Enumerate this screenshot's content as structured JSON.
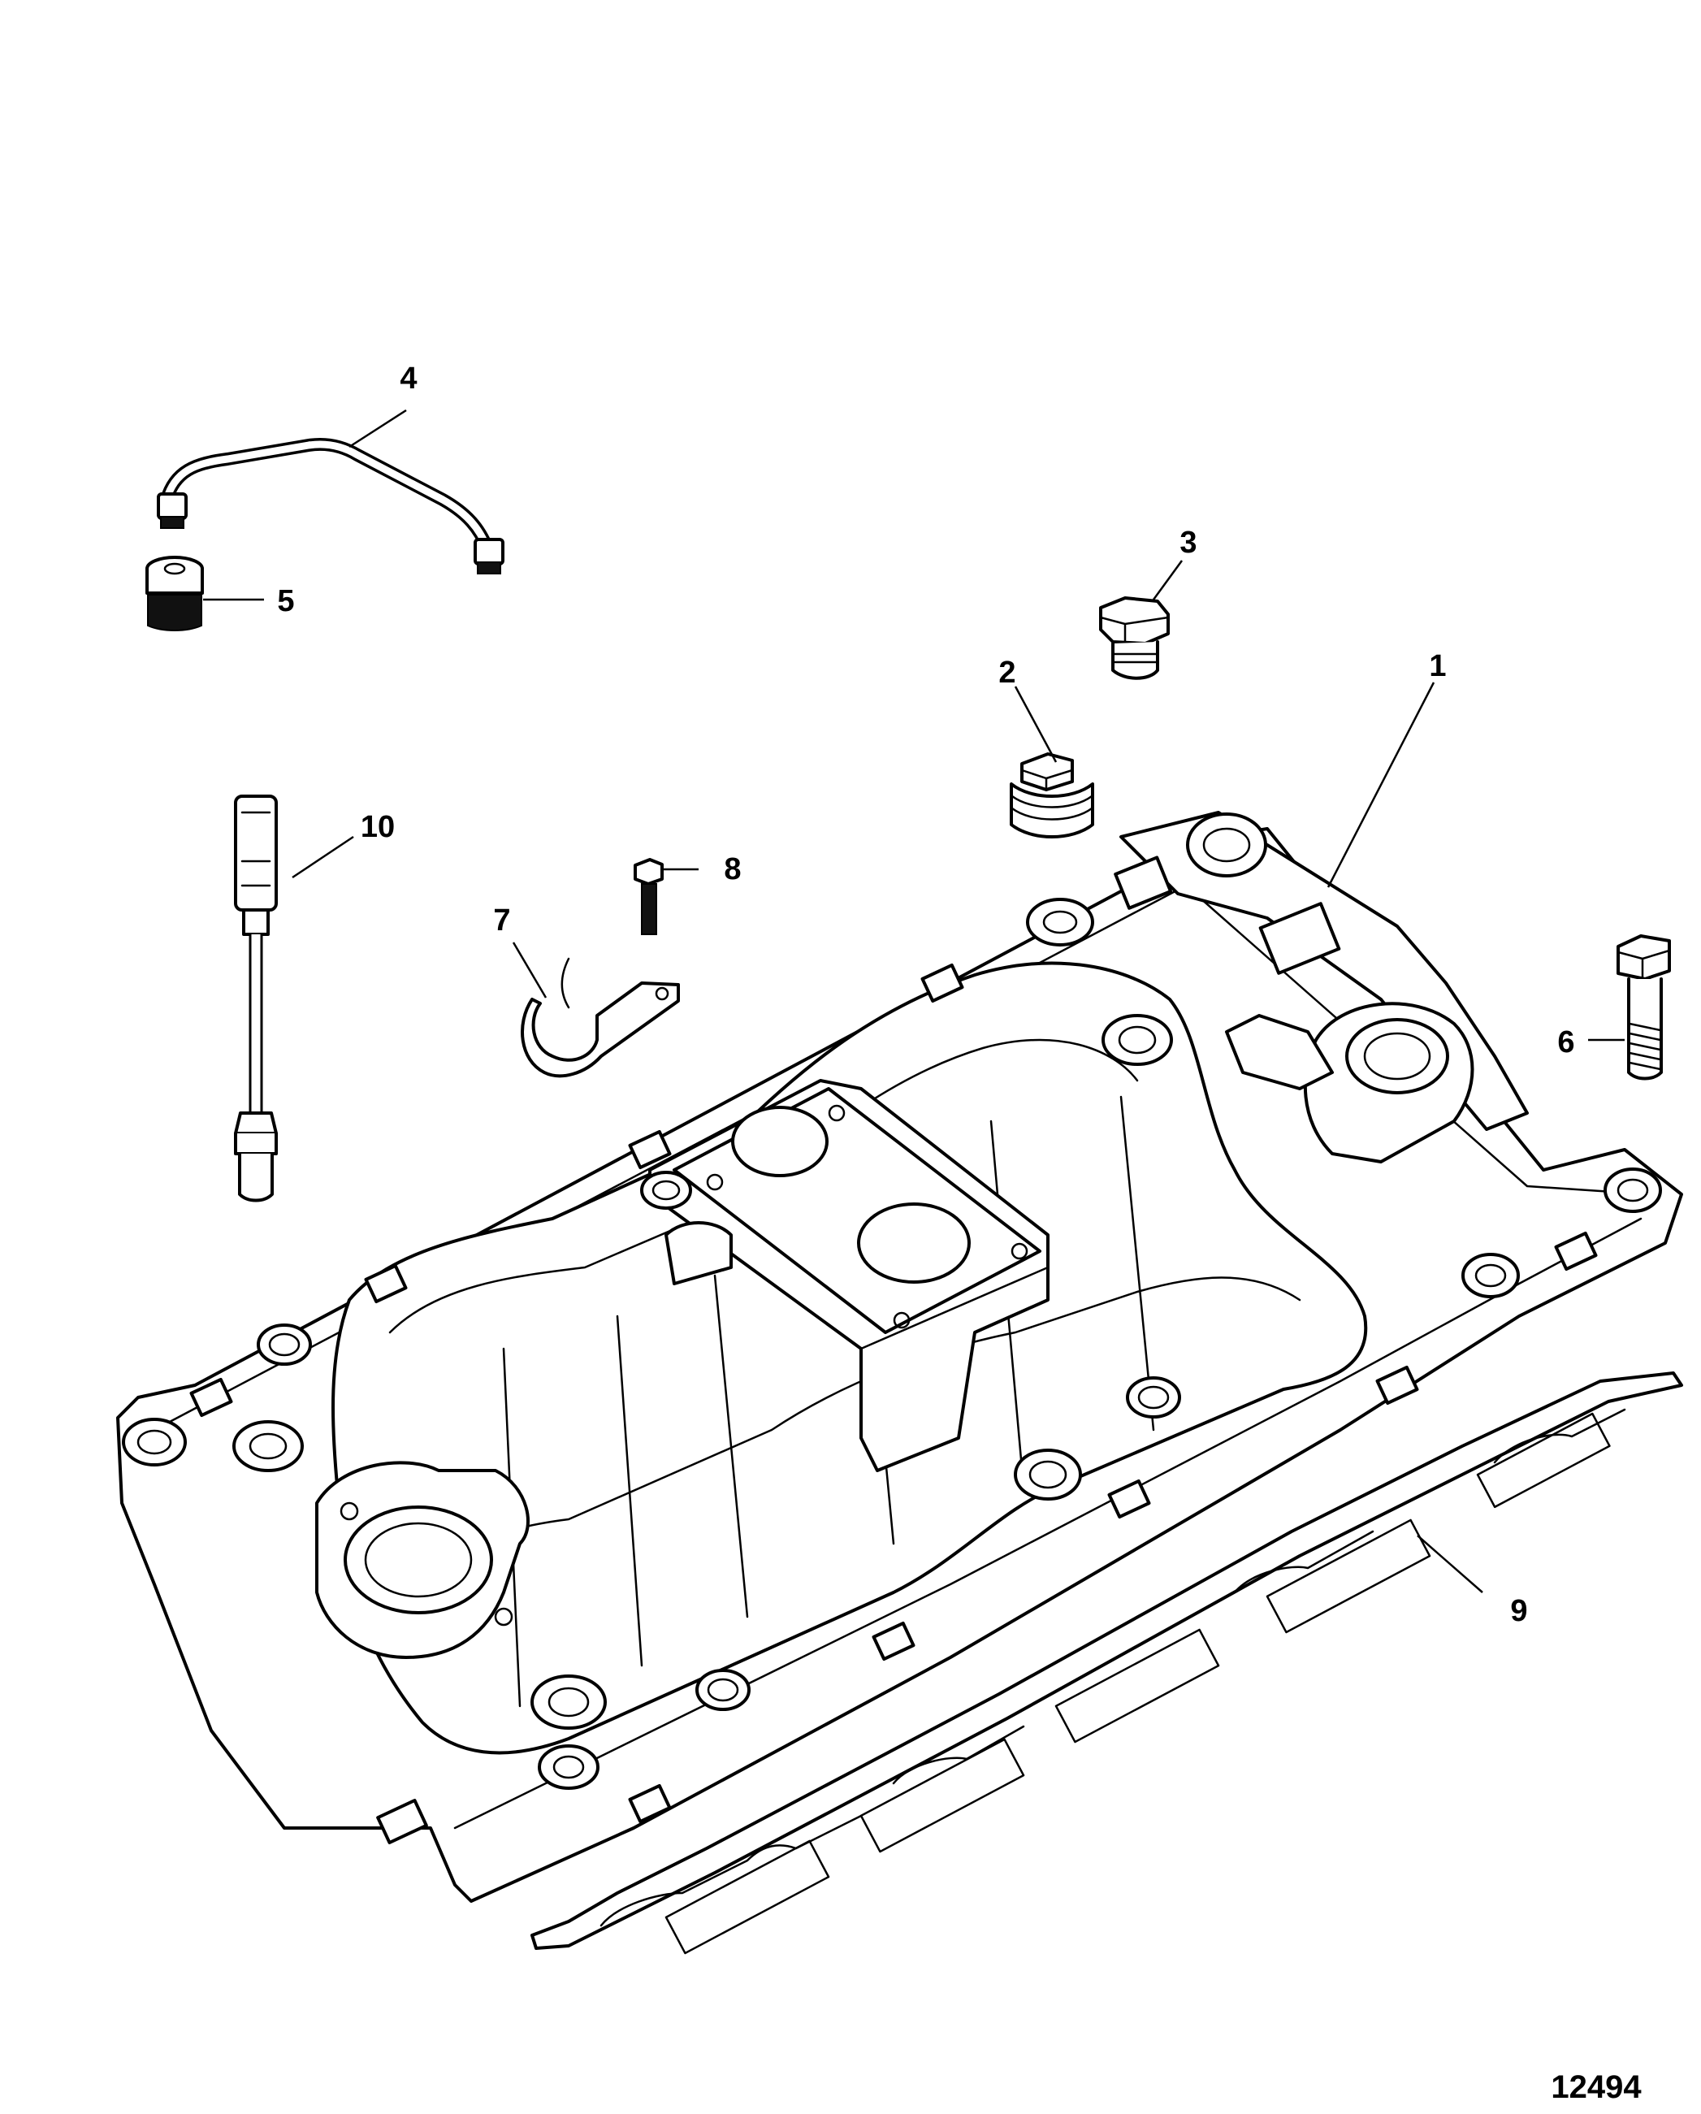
{
  "callouts": {
    "c1": "1",
    "c2": "2",
    "c3": "3",
    "c4": "4",
    "c5": "5",
    "c6": "6",
    "c7": "7",
    "c8": "8",
    "c9": "9",
    "c10": "10"
  },
  "figure_number": "12494"
}
